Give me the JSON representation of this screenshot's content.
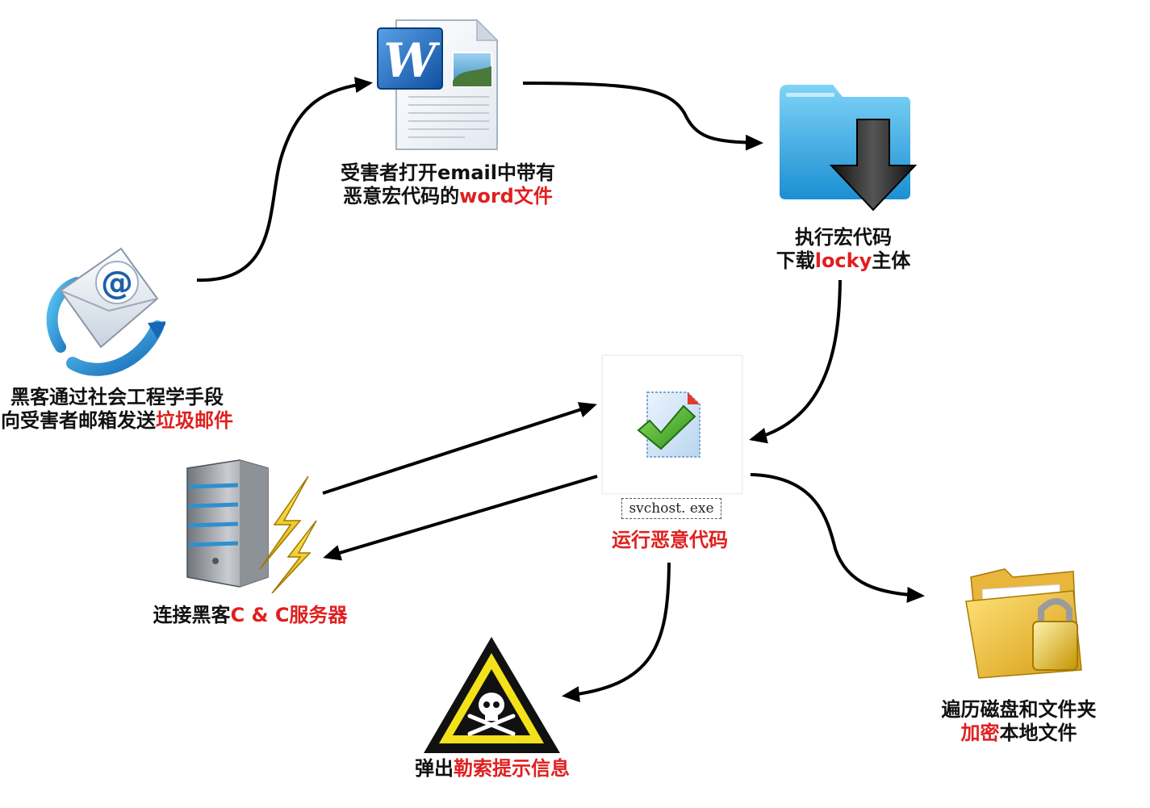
{
  "nodes": {
    "email": {
      "line1": "黑客通过社会工程学手段",
      "line2_plain": "向受害者邮箱发送",
      "line2_highlight": "垃圾邮件"
    },
    "word": {
      "line1": "受害者打开email中带有",
      "line2_plain": "恶意宏代码的",
      "line2_highlight": "word文件"
    },
    "macro": {
      "line1": "执行宏代码",
      "line2_plain_before": "下载",
      "line2_highlight": "locky",
      "line2_plain_after": "主体"
    },
    "svchost": {
      "filename": "svchost. exe",
      "caption": "运行恶意代码"
    },
    "cnc": {
      "plain": "连接黑客",
      "highlight": "C & C服务器"
    },
    "ransom": {
      "plain": "弹出",
      "highlight": "勒索提示信息"
    },
    "encrypt": {
      "line1": "遍历磁盘和文件夹",
      "line2_highlight": "加密",
      "line2_plain": "本地文件"
    }
  },
  "colors": {
    "highlight": "#e01f1f",
    "text": "#111111",
    "arrow": "#000000"
  },
  "icons": {
    "email": "email-at-envelope-icon",
    "word": "word-document-icon",
    "download": "download-folder-icon",
    "svchost": "executable-file-check-icon",
    "server": "server-lightning-icon",
    "warning": "skull-warning-triangle-icon",
    "locked_folder": "locked-folder-icon"
  }
}
